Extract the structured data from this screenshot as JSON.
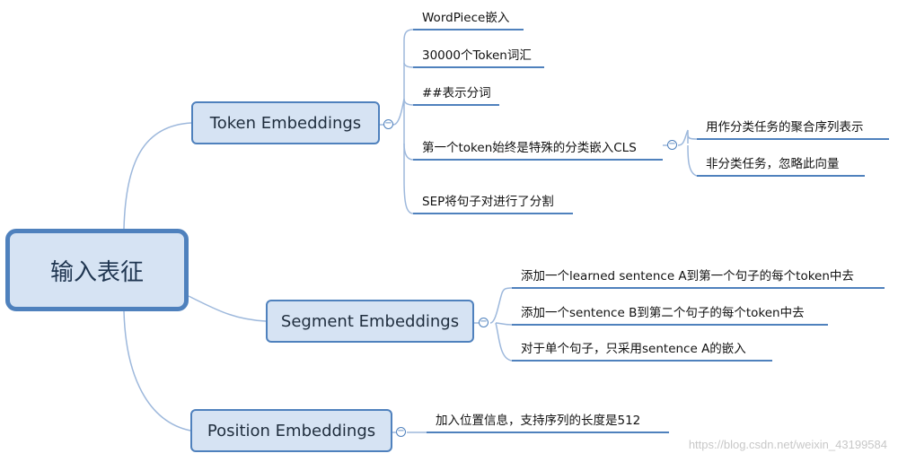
{
  "root": {
    "label": "输入表征"
  },
  "branches": {
    "token": {
      "label": "Token Embeddings",
      "items": [
        "WordPiece嵌入",
        "30000个Token词汇",
        "##表示分词",
        "第一个token始终是特殊的分类嵌入CLS",
        "SEP将句子对进行了分割"
      ],
      "cls_children": [
        "用作分类任务的聚合序列表示",
        "非分类任务，忽略此向量"
      ]
    },
    "segment": {
      "label": "Segment Embeddings",
      "items": [
        "添加一个learned sentence A到第一个句子的每个token中去",
        "添加一个sentence B到第二个句子的每个token中去",
        "对于单个句子，只采用sentence A的嵌入"
      ]
    },
    "position": {
      "label": "Position Embeddings",
      "items": [
        "加入位置信息，支持序列的长度是512"
      ]
    }
  },
  "toggle_symbol": "−",
  "watermark": "https://blog.csdn.net/weixin_43199584",
  "colors": {
    "line": "#4f81bd",
    "node_fill": "#d6e3f3",
    "connector": "#9db8dc"
  }
}
